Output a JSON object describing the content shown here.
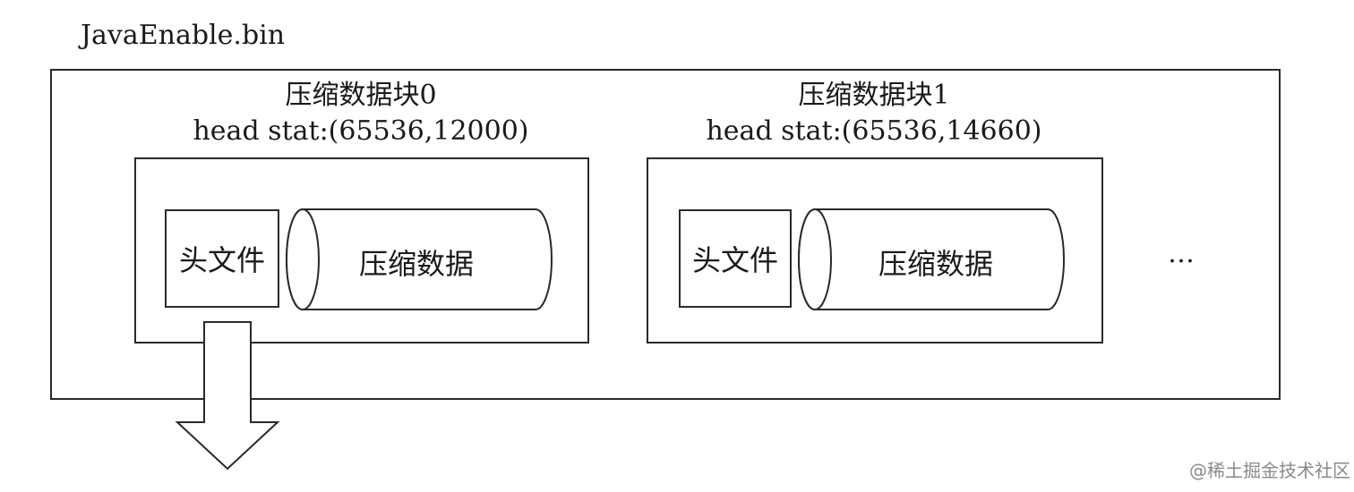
{
  "file_name": "JavaEnable.bin",
  "blocks": [
    {
      "title": "压缩数据块0",
      "head_stat": "head stat:(65536,12000)",
      "header_label": "头文件",
      "data_label": "压缩数据"
    },
    {
      "title": "压缩数据块1",
      "head_stat": "head stat:(65536,14660)",
      "header_label": "头文件",
      "data_label": "压缩数据"
    }
  ],
  "continuation": "…",
  "watermark": "@稀土掘金技术社区"
}
